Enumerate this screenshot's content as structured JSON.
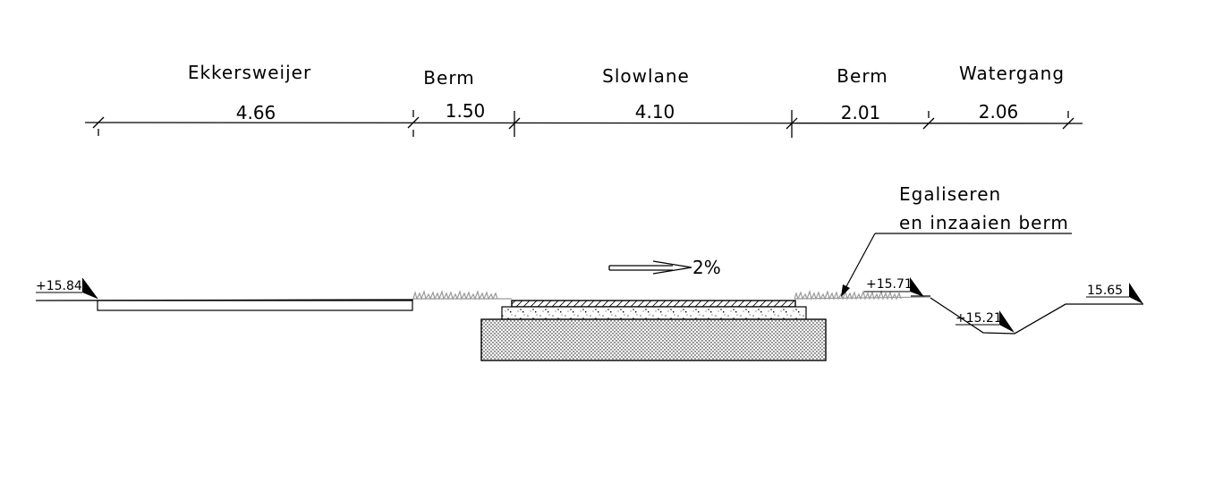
{
  "zones": [
    {
      "key": "ekkersweijer",
      "label": "Ekkersweijer",
      "width": "4.66"
    },
    {
      "key": "berm-left",
      "label": "Berm",
      "width": "1.50"
    },
    {
      "key": "slowlane",
      "label": "Slowlane",
      "width": "4.10"
    },
    {
      "key": "berm-right",
      "label": "Berm",
      "width": "2.01"
    },
    {
      "key": "watergang",
      "label": "Watergang",
      "width": "2.06"
    }
  ],
  "levels": {
    "left": "+15.84",
    "berm_right": "+15.71",
    "ditch_bottom": "+15.21",
    "far_right": "15.65"
  },
  "slope": {
    "label": "2%"
  },
  "annotation": {
    "line1": "Egaliseren",
    "line2": "en inzaaien berm"
  },
  "colors": {
    "line": "#000000",
    "grass": "#9a9a9a",
    "hatch": "#000000"
  }
}
